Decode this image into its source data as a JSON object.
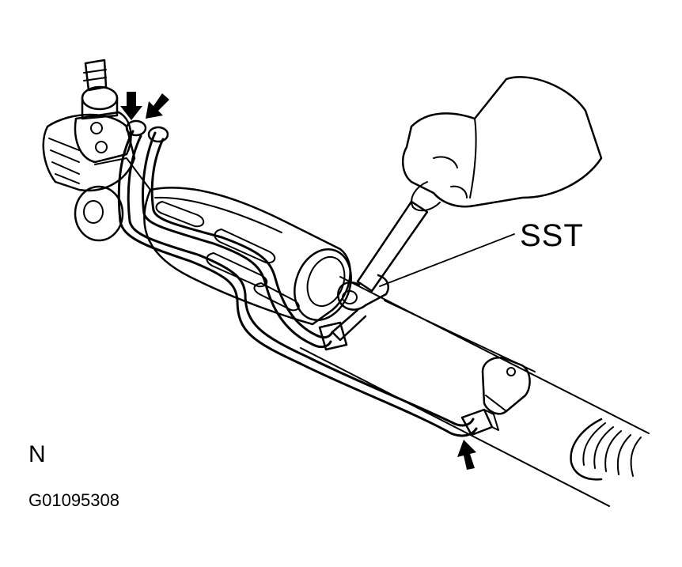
{
  "labels": {
    "sst": "SST",
    "view": "N",
    "figure_code": "G01095308"
  },
  "colors": {
    "ink": "#000000",
    "paper": "#ffffff"
  },
  "icons": {
    "arrow": "down-arrow-icon"
  }
}
